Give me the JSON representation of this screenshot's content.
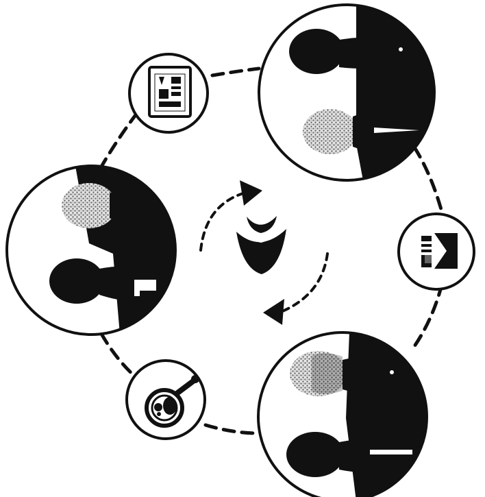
{
  "diagram": {
    "type": "cycle",
    "nodes": [
      {
        "id": "person-pair-top-right",
        "kind": "people-circle",
        "icon": "two-people-silhouette"
      },
      {
        "id": "person-pair-left",
        "kind": "people-circle",
        "icon": "two-people-silhouette"
      },
      {
        "id": "person-pair-bottom-right",
        "kind": "people-circle",
        "icon": "two-people-silhouette"
      },
      {
        "id": "tablet-node",
        "kind": "icon-circle",
        "icon": "tablet-icon"
      },
      {
        "id": "document-node",
        "kind": "icon-circle",
        "icon": "document-icon"
      },
      {
        "id": "magnifier-node",
        "kind": "icon-circle",
        "icon": "magnifier-icon"
      }
    ],
    "center_icon": "chevron-logo-icon",
    "arrows": [
      "cycle-arrow-top",
      "cycle-arrow-bottom"
    ],
    "colors": {
      "ink": "#111111",
      "background": "#ffffff",
      "halftone": "#9a9a9a"
    }
  }
}
